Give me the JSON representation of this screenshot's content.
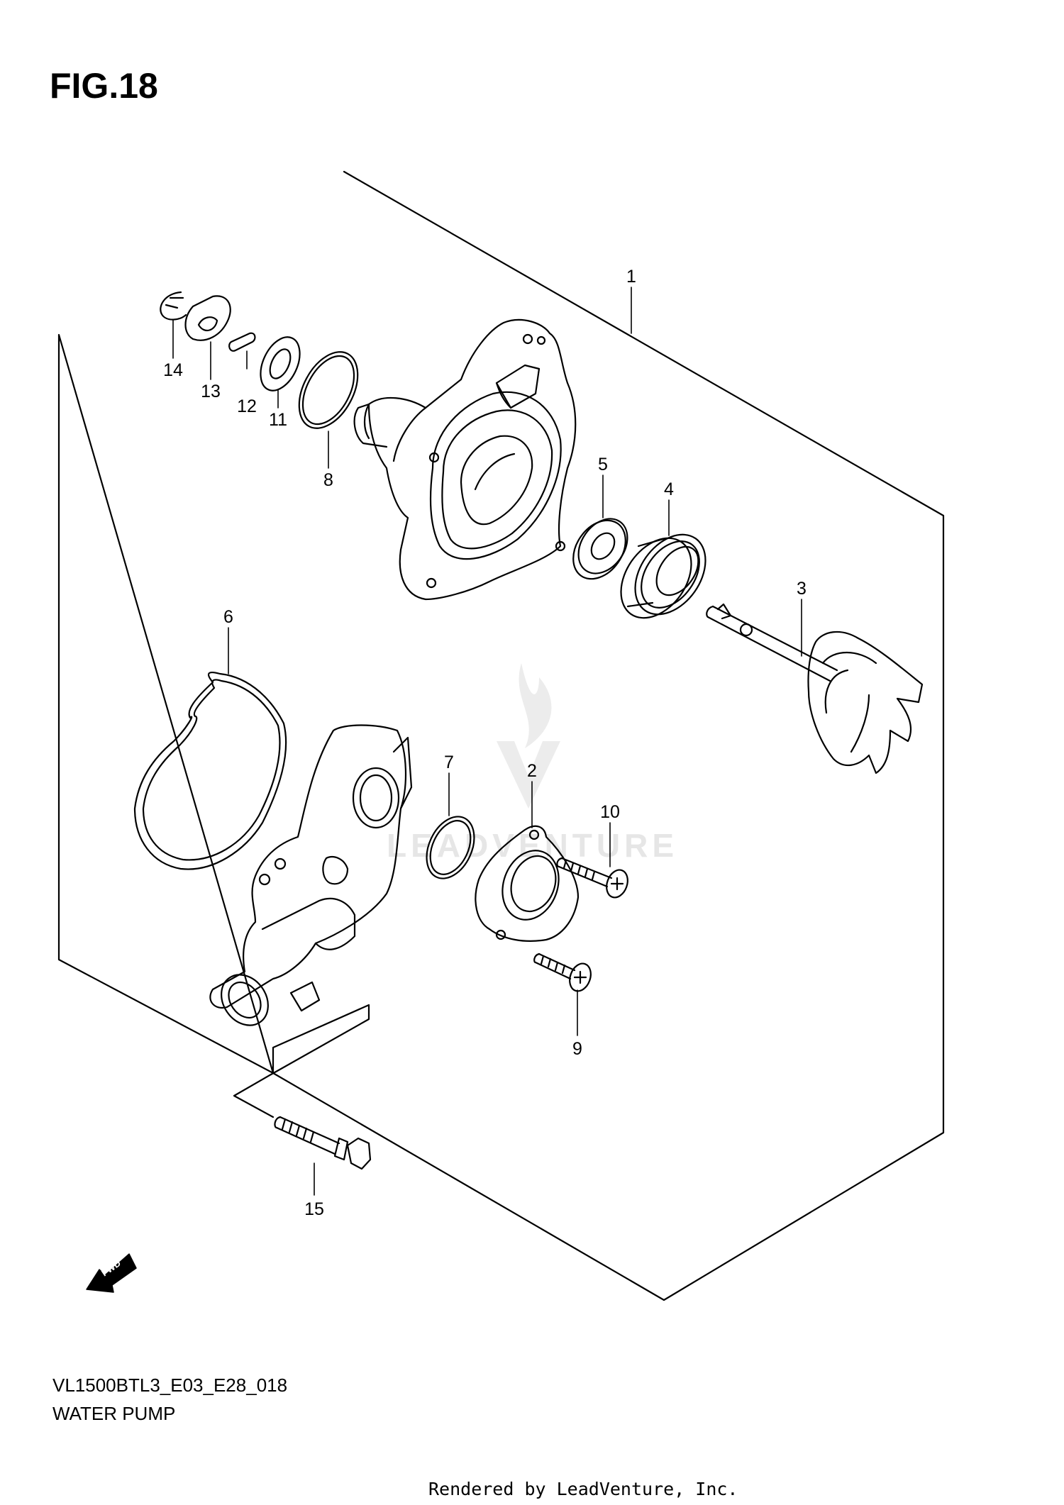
{
  "header": {
    "figure_label": "FIG.18"
  },
  "footer": {
    "model_code": "VL1500BTL3_E03_E28_018",
    "diagram_name": "WATER PUMP",
    "rendered_by": "Rendered by LeadVenture, Inc."
  },
  "watermark": {
    "text": "LEADVENTURE"
  },
  "fwd_arrow": {
    "label": "FWD"
  },
  "callouts": [
    {
      "id": "1",
      "label": "1"
    },
    {
      "id": "2",
      "label": "2"
    },
    {
      "id": "3",
      "label": "3"
    },
    {
      "id": "4",
      "label": "4"
    },
    {
      "id": "5",
      "label": "5"
    },
    {
      "id": "6",
      "label": "6"
    },
    {
      "id": "7",
      "label": "7"
    },
    {
      "id": "8",
      "label": "8"
    },
    {
      "id": "9",
      "label": "9"
    },
    {
      "id": "10",
      "label": "10"
    },
    {
      "id": "11",
      "label": "11"
    },
    {
      "id": "12",
      "label": "12"
    },
    {
      "id": "13",
      "label": "13"
    },
    {
      "id": "14",
      "label": "14"
    },
    {
      "id": "15",
      "label": "15"
    }
  ]
}
